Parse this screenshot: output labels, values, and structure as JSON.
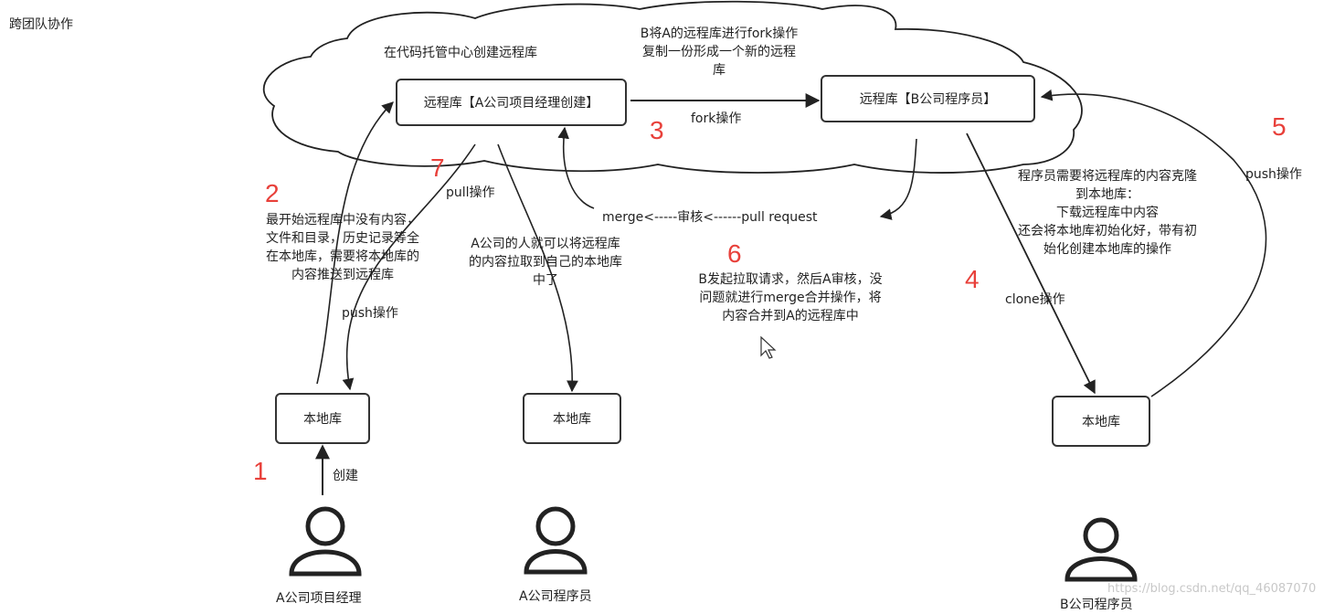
{
  "page": {
    "title": "跨团队协作"
  },
  "repos": {
    "remote_a": "远程库【A公司项目经理创建】",
    "remote_b": "远程库【B公司程序员】",
    "local_a_manager": "本地库",
    "local_a_dev": "本地库",
    "local_b_dev": "本地库"
  },
  "cloud": {
    "label": "在代码托管中心创建远程库"
  },
  "people": {
    "a_manager": "A公司项目经理",
    "a_dev": "A公司程序员",
    "b_dev": "B公司程序员"
  },
  "steps": {
    "s1": {
      "num": "1",
      "label": "创建"
    },
    "s2": {
      "num": "2",
      "desc": [
        "最开始远程库中没有内容，",
        "文件和目录，历史记录等全",
        "在本地库，需要将本地库的",
        "内容推送到远程库"
      ],
      "label": "push操作"
    },
    "s3": {
      "num": "3",
      "desc": [
        "B将A的远程库进行fork操作",
        "复制一份形成一个新的远程",
        "库"
      ],
      "label": "fork操作"
    },
    "s4": {
      "num": "4",
      "desc": [
        "程序员需要将远程库的内容克隆",
        "到本地库：",
        "下载远程库中内容",
        "还会将本地库初始化好，带有初",
        "始化创建本地库的操作"
      ],
      "label": "clone操作"
    },
    "s5": {
      "num": "5",
      "label": "push操作"
    },
    "s6": {
      "num": "6",
      "flow": "merge<-----审核<------pull request",
      "desc": [
        "B发起拉取请求，然后A审核，没",
        "问题就进行merge合并操作，将",
        "内容合并到A的远程库中"
      ]
    },
    "s7": {
      "num": "7",
      "label": "pull操作",
      "desc": [
        "A公司的人就可以将远程库",
        "的内容拉取到自己的本地库",
        "中了"
      ]
    }
  },
  "watermark": "https://blog.csdn.net/qq_46087070"
}
